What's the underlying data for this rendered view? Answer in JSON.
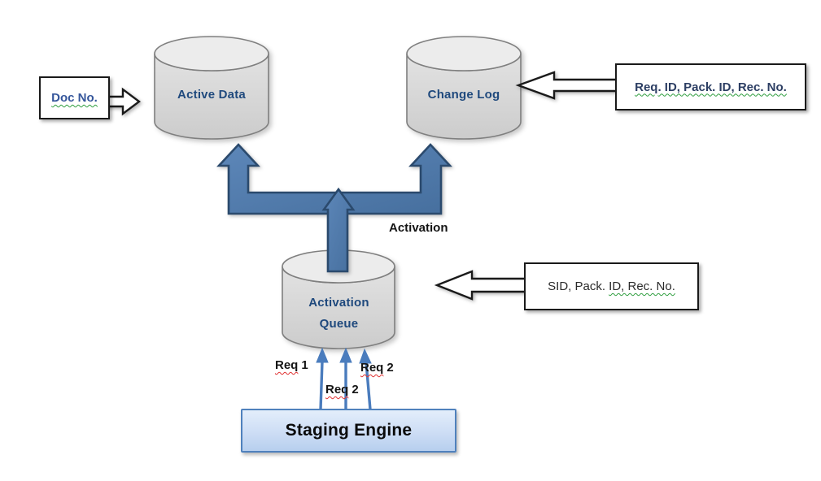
{
  "diagram": {
    "nodes": {
      "active_data": {
        "label": "Active Data"
      },
      "change_log": {
        "label": "Change Log"
      },
      "activation_queue": {
        "label_line1": "Activation",
        "label_line2": "Queue"
      },
      "staging_engine": {
        "label": "Staging Engine"
      }
    },
    "callouts": {
      "doc_no": {
        "text": "Doc No."
      },
      "change_log_fields": {
        "text": "Req. ID, Pack. ID, Rec. No."
      },
      "activation_queue_fields": {
        "text_plain": "SID, Pack. ",
        "text_flagged": "ID, Rec. No."
      }
    },
    "edge_labels": {
      "activation": "Activation",
      "req_1": {
        "word": "Req",
        "num": "1"
      },
      "req_2_center": {
        "word": "Req",
        "num": "2"
      },
      "req_2_right": {
        "word": "Req",
        "num": "2"
      }
    },
    "colors": {
      "big_arrow_fill": "#4d79ad",
      "big_arrow_outline": "#2b4a6d",
      "thin_arrow_blue": "#4a7cbd",
      "cylinder_fill": "#d6d6d6",
      "cylinder_border": "#7f7f7f",
      "cylinder_label_blue": "#1f497d",
      "staging_fill_top": "#e3eefb",
      "staging_fill_bottom": "#b7cfee",
      "staging_border_blue": "#4f81bd",
      "callout_border": "#1a1a1a",
      "spellcheck_red": "#e03030",
      "grammar_green": "#2f9e3f"
    }
  }
}
